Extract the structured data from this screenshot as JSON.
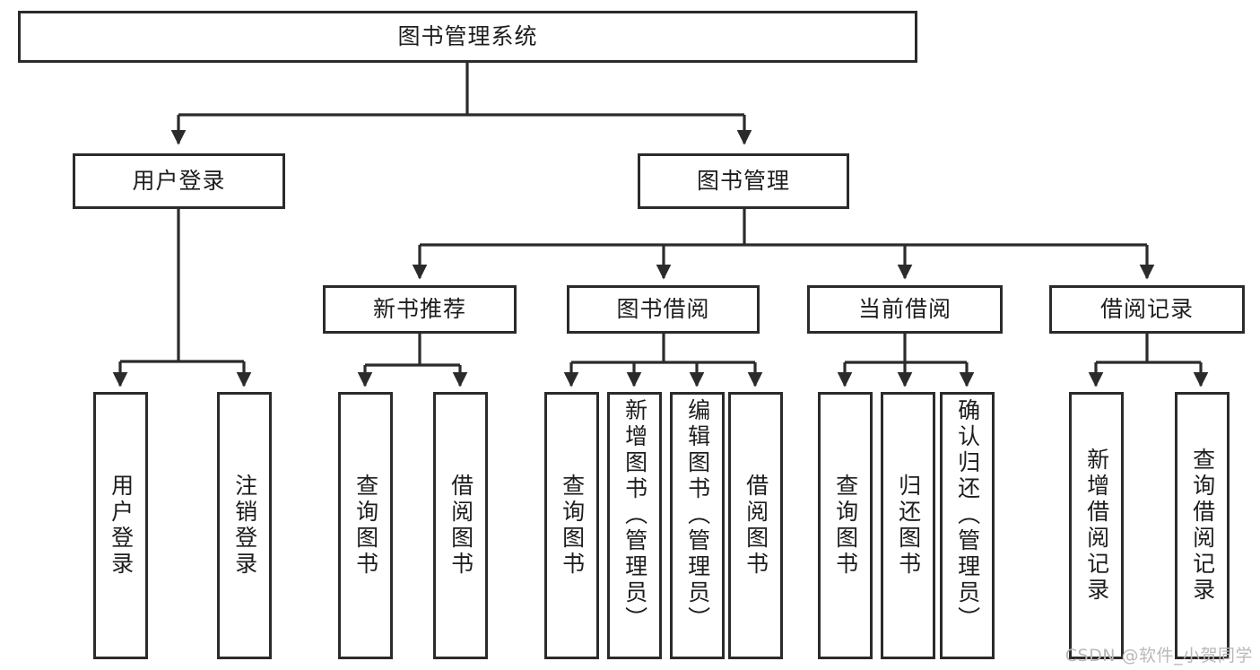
{
  "diagram": {
    "title": "图书管理系统",
    "watermark": "CSDN @软件_小贺同学",
    "stroke_color": "#2b2b2b",
    "fill_color": "#ffffff",
    "watermark_color": "#b9b9b9",
    "nodes": {
      "root": "图书管理系统",
      "level2": [
        {
          "label": "用户登录"
        },
        {
          "label": "图书管理"
        }
      ],
      "level3": [
        {
          "label": "新书推荐"
        },
        {
          "label": "图书借阅"
        },
        {
          "label": "当前借阅"
        },
        {
          "label": "借阅记录"
        }
      ],
      "leaves": {
        "user_login": [
          {
            "label": "用户登录"
          },
          {
            "label": "注销登录"
          }
        ],
        "new_book_recommend": [
          {
            "label": "查询图书"
          },
          {
            "label": "借阅图书"
          }
        ],
        "book_borrow": [
          {
            "label": "查询图书"
          },
          {
            "label": "新增图书（管理员）"
          },
          {
            "label": "编辑图书（管理员）"
          },
          {
            "label": "借阅图书"
          }
        ],
        "current_borrow": [
          {
            "label": "查询图书"
          },
          {
            "label": "归还图书"
          },
          {
            "label": "确认归还（管理员）"
          }
        ],
        "borrow_record": [
          {
            "label": "新增借阅记录"
          },
          {
            "label": "查询借阅记录"
          }
        ]
      }
    }
  }
}
